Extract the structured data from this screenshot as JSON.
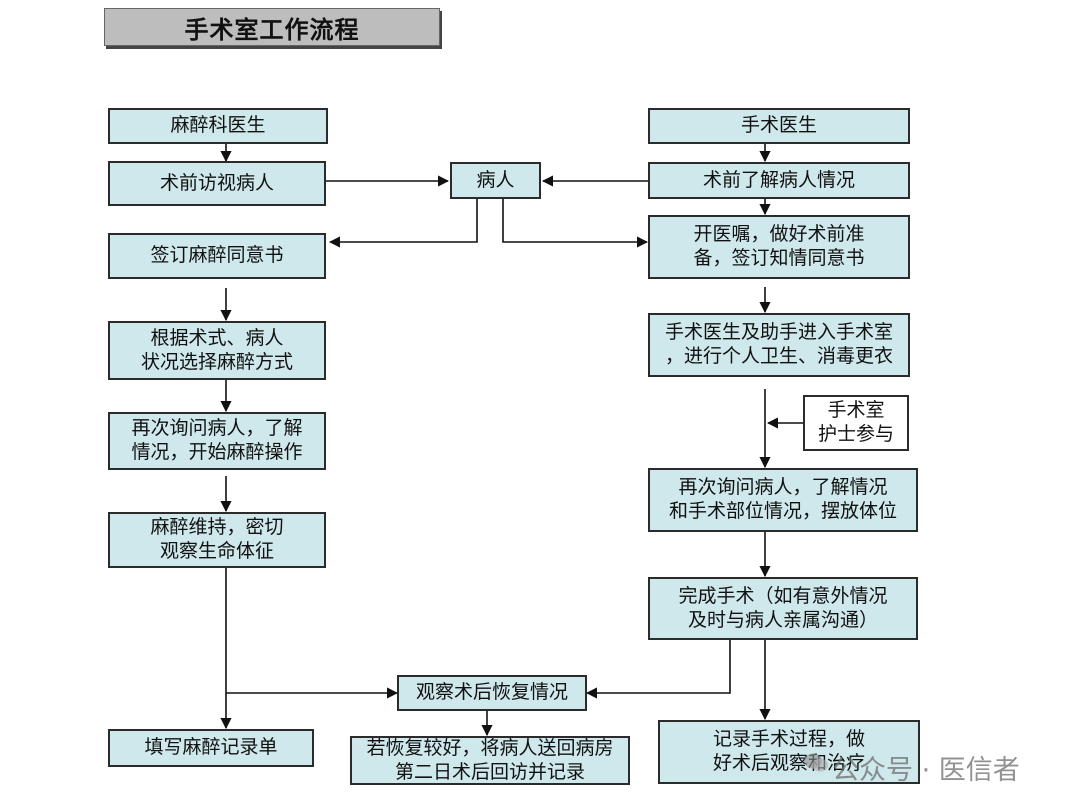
{
  "title": "手术室工作流程",
  "nodes": {
    "anes_doctor": "麻醉科医生",
    "preop_visit": "术前访视病人",
    "sign_anes_consent": "签订麻醉同意书",
    "choose_anes_method": "根据术式、病人\n状况选择麻醉方式",
    "start_anes": "再次询问病人，了解\n情况，开始麻醉操作",
    "maintain_anes": "麻醉维持，密切\n观察生命体征",
    "fill_anes_record": "填写麻醉记录单",
    "patient": "病人",
    "surgeon": "手术医生",
    "preop_understand": "术前了解病人情况",
    "orders_consent": "开医嘱，做好术前准\n备，签订知情同意书",
    "enter_or": "手术医生及助手进入手术室\n，进行个人卫生、消毒更衣",
    "or_nurse": "手术室\n护士参与",
    "position_patient": "再次询问病人，了解情况\n和手术部位情况，摆放体位",
    "complete_surgery": "完成手术（如有意外情况\n及时与病人亲属沟通）",
    "observe_recovery": "观察术后恢复情况",
    "good_recovery": "若恢复较好，将病人送回病房\n第二日术后回访并记录",
    "record_surgery": "记录手术过程，做\n好术后观察和治疗"
  },
  "watermark": "公众号 · 医信者"
}
